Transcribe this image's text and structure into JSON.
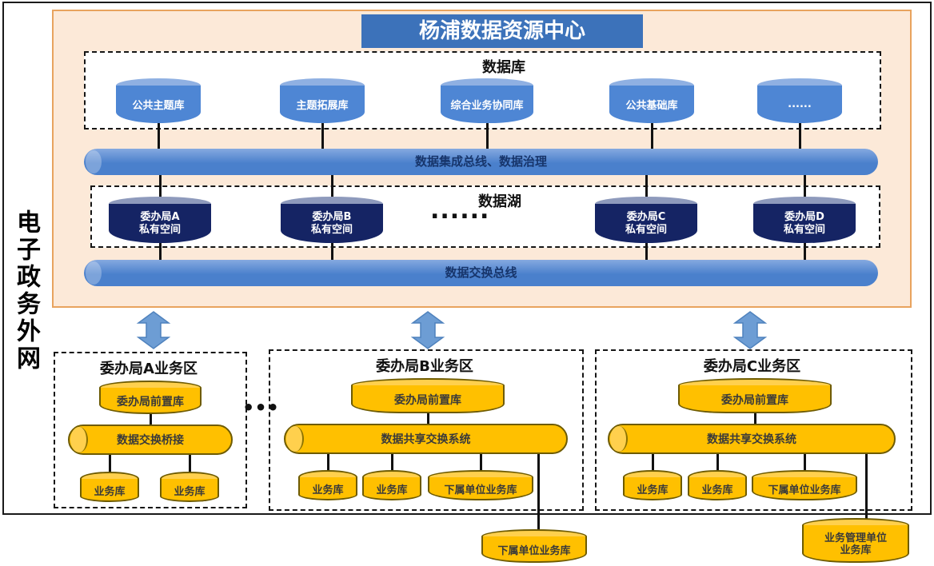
{
  "colors": {
    "title_bg": "#3c72ba",
    "blue_cylinder": "#4e86d4",
    "blue_cylinder_top": "#8fb0e2",
    "bus_bar": "#4a80cc",
    "bus_text": "#17356b",
    "navy_cylinder": "#152464",
    "navy_cylinder_top": "#8e9abc",
    "peach_bg": "#fce9d8",
    "peach_border": "#e8a35e",
    "gold": "#ffc000",
    "gold_border": "#6e5b00",
    "arrow": "#6d9dd4",
    "dashed_border": "#161616"
  },
  "outer_label": "电子政务外网",
  "header": {
    "title": "杨浦数据资源中心"
  },
  "database_section": {
    "label": "数据库",
    "cylinders": [
      "公共主题库",
      "主题拓展库",
      "综合业务协同库",
      "公共基础库",
      "......"
    ]
  },
  "bus_integration": "数据集成总线、数据治理",
  "lake_section": {
    "label": "数据湖",
    "dots": "......",
    "cylinders": [
      {
        "line1": "委办局A",
        "line2": "私有空间"
      },
      {
        "line1": "委办局B",
        "line2": "私有空间"
      },
      {
        "line1": "委办局C",
        "line2": "私有空间"
      },
      {
        "line1": "委办局D",
        "line2": "私有空间"
      }
    ]
  },
  "bus_exchange": "数据交换总线",
  "zones_dots": "•••",
  "zones": [
    {
      "title": "委办局A业务区",
      "front_db": "委办局前置库",
      "bar": "数据交换桥接",
      "dbs": [
        "业务库",
        "业务库"
      ]
    },
    {
      "title": "委办局B业务区",
      "front_db": "委办局前置库",
      "bar": "数据共享交换系统",
      "dbs": [
        "业务库",
        "业务库",
        "下属单位业务库"
      ],
      "external_db": {
        "line1": "下属单位业务库",
        "line2": ""
      }
    },
    {
      "title": "委办局C业务区",
      "front_db": "委办局前置库",
      "bar": "数据共享交换系统",
      "dbs": [
        "业务库",
        "业务库",
        "下属单位业务库"
      ],
      "external_db": {
        "line1": "业务管理单位",
        "line2": "业务库"
      }
    }
  ]
}
